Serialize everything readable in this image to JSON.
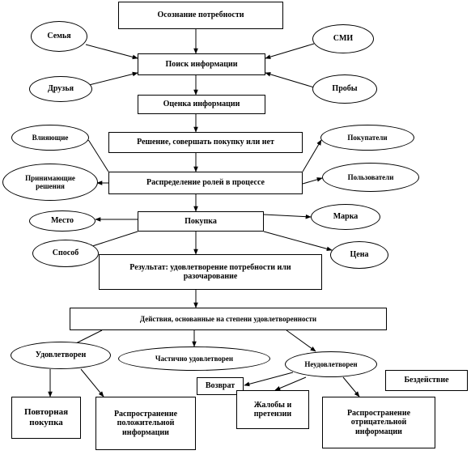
{
  "nodes": {
    "awareness": "Осознание потребности",
    "search": "Поиск информации",
    "evaluation": "Оценка информации",
    "decision": "Решение, совершать покупку или нет",
    "roles": "Распределение ролей в процессе",
    "purchase": "Покупка",
    "result": "Результат: удовлетворение потребности или разочарование",
    "action": "Действия, основанные на степени удовлетворенности",
    "satisfied": "Удовлетворен",
    "partial": "Частично удовлетворен",
    "unsatisfied": "Неудовлетворен",
    "repeat": "Повторная покупка",
    "positive": "Распространение положительной информации",
    "return": "Возврат",
    "complaints": "Жалобы и претензии",
    "negative": "Распространение отрицательной информации",
    "inaction": "Бездействие"
  },
  "sources": {
    "family": "Семья",
    "media": "СМИ",
    "friends": "Друзья",
    "samples": "Пробы"
  },
  "roles_side": {
    "influencers": "Влияющие",
    "deciders": "Принимающие решения",
    "buyers": "Покупатели",
    "users": "Пользователи"
  },
  "purchase_attrs": {
    "place": "Место",
    "brand": "Марка",
    "method": "Способ",
    "price": "Цена"
  }
}
